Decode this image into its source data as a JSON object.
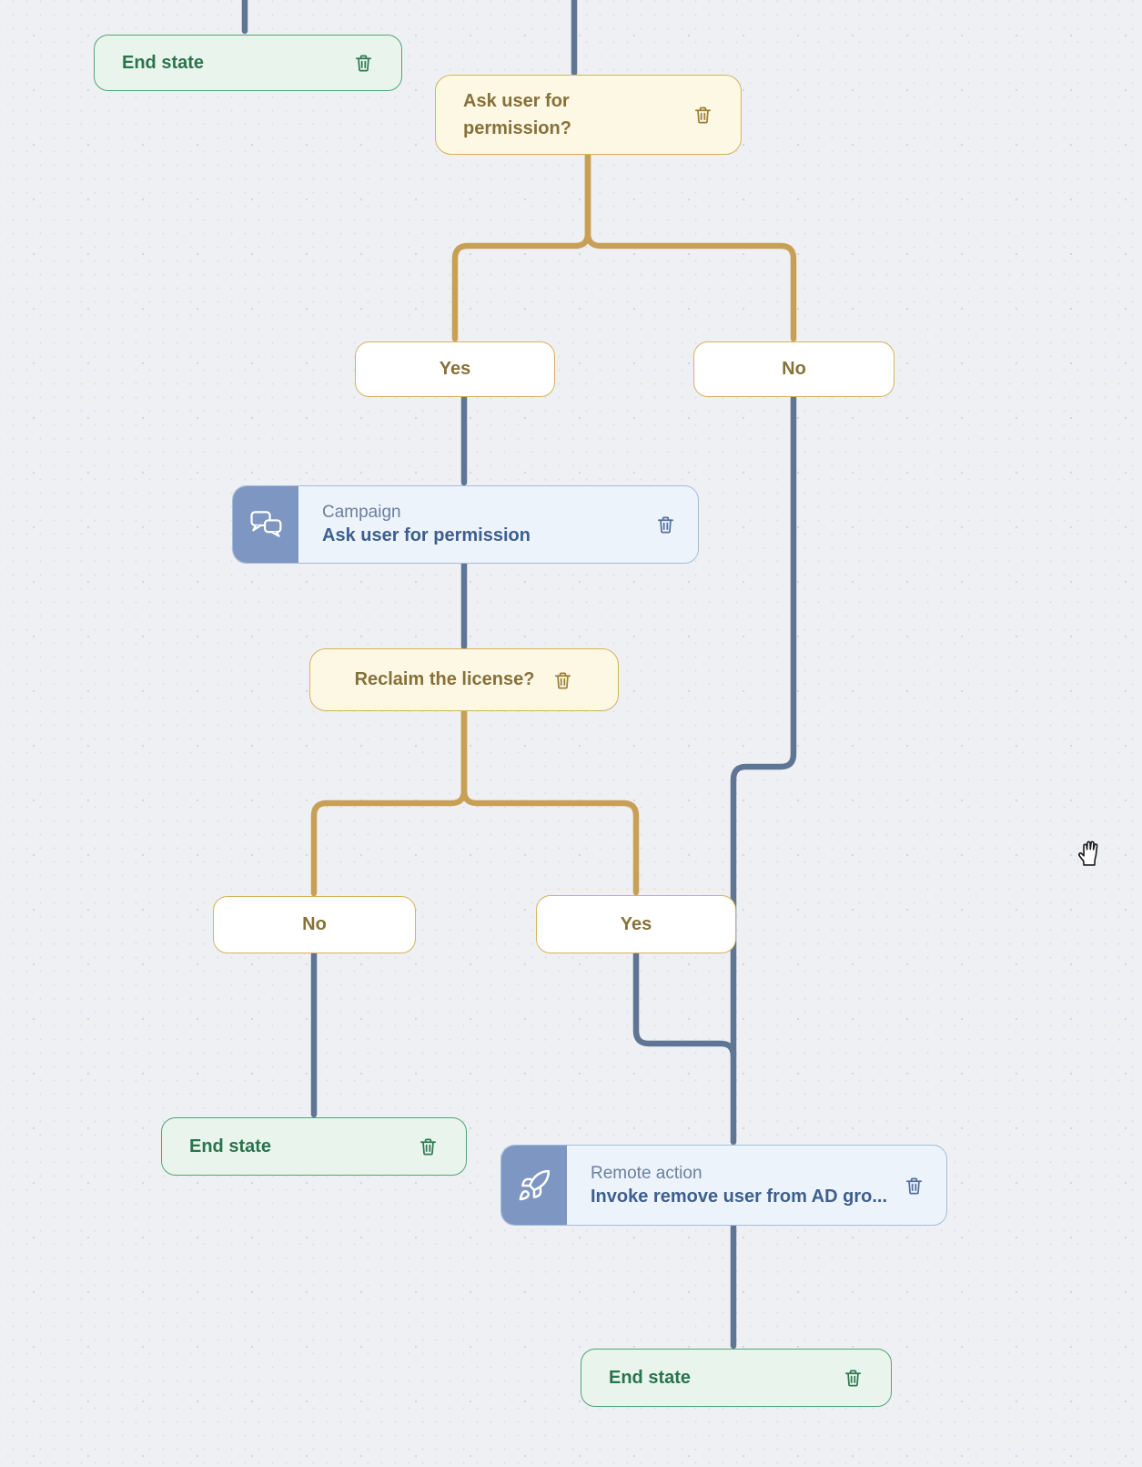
{
  "canvas": {
    "description": "workflow-decision-tree-canvas"
  },
  "colors": {
    "background": "#eef0f4",
    "grid_dot": "#d8dbe2",
    "gold_connector": "#c8a055",
    "blue_connector": "#5e7593",
    "decision_bg": "#fdf8e4",
    "decision_border": "#d6b25e",
    "decision_text": "#86713a",
    "end_bg": "#e9f5ec",
    "end_border": "#55a377",
    "end_text": "#29744d",
    "card_bg": "#edf3fb",
    "card_border": "#a6bcdc",
    "card_icon_bg": "#7e97c2",
    "card_title_text": "#6b7f9e",
    "card_subtitle_text": "#3e5f8e"
  },
  "icons": {
    "delete": "trash-icon",
    "campaign": "chat-bubbles-icon",
    "remote_action": "rocket-icon",
    "pointer": "grab-hand-cursor"
  },
  "nodes": {
    "end_state_1": {
      "label": "End state"
    },
    "ask_permission": {
      "label": "Ask user for permission?"
    },
    "yes_1": {
      "label": "Yes"
    },
    "no_1": {
      "label": "No"
    },
    "campaign": {
      "category": "Campaign",
      "title": "Ask user for permission"
    },
    "reclaim": {
      "label": "Reclaim the license?"
    },
    "no_2": {
      "label": "No"
    },
    "yes_2": {
      "label": "Yes"
    },
    "end_state_2": {
      "label": "End state"
    },
    "remote_action": {
      "category": "Remote action",
      "title": "Invoke remove user from AD gro..."
    },
    "end_state_3": {
      "label": "End state"
    }
  }
}
